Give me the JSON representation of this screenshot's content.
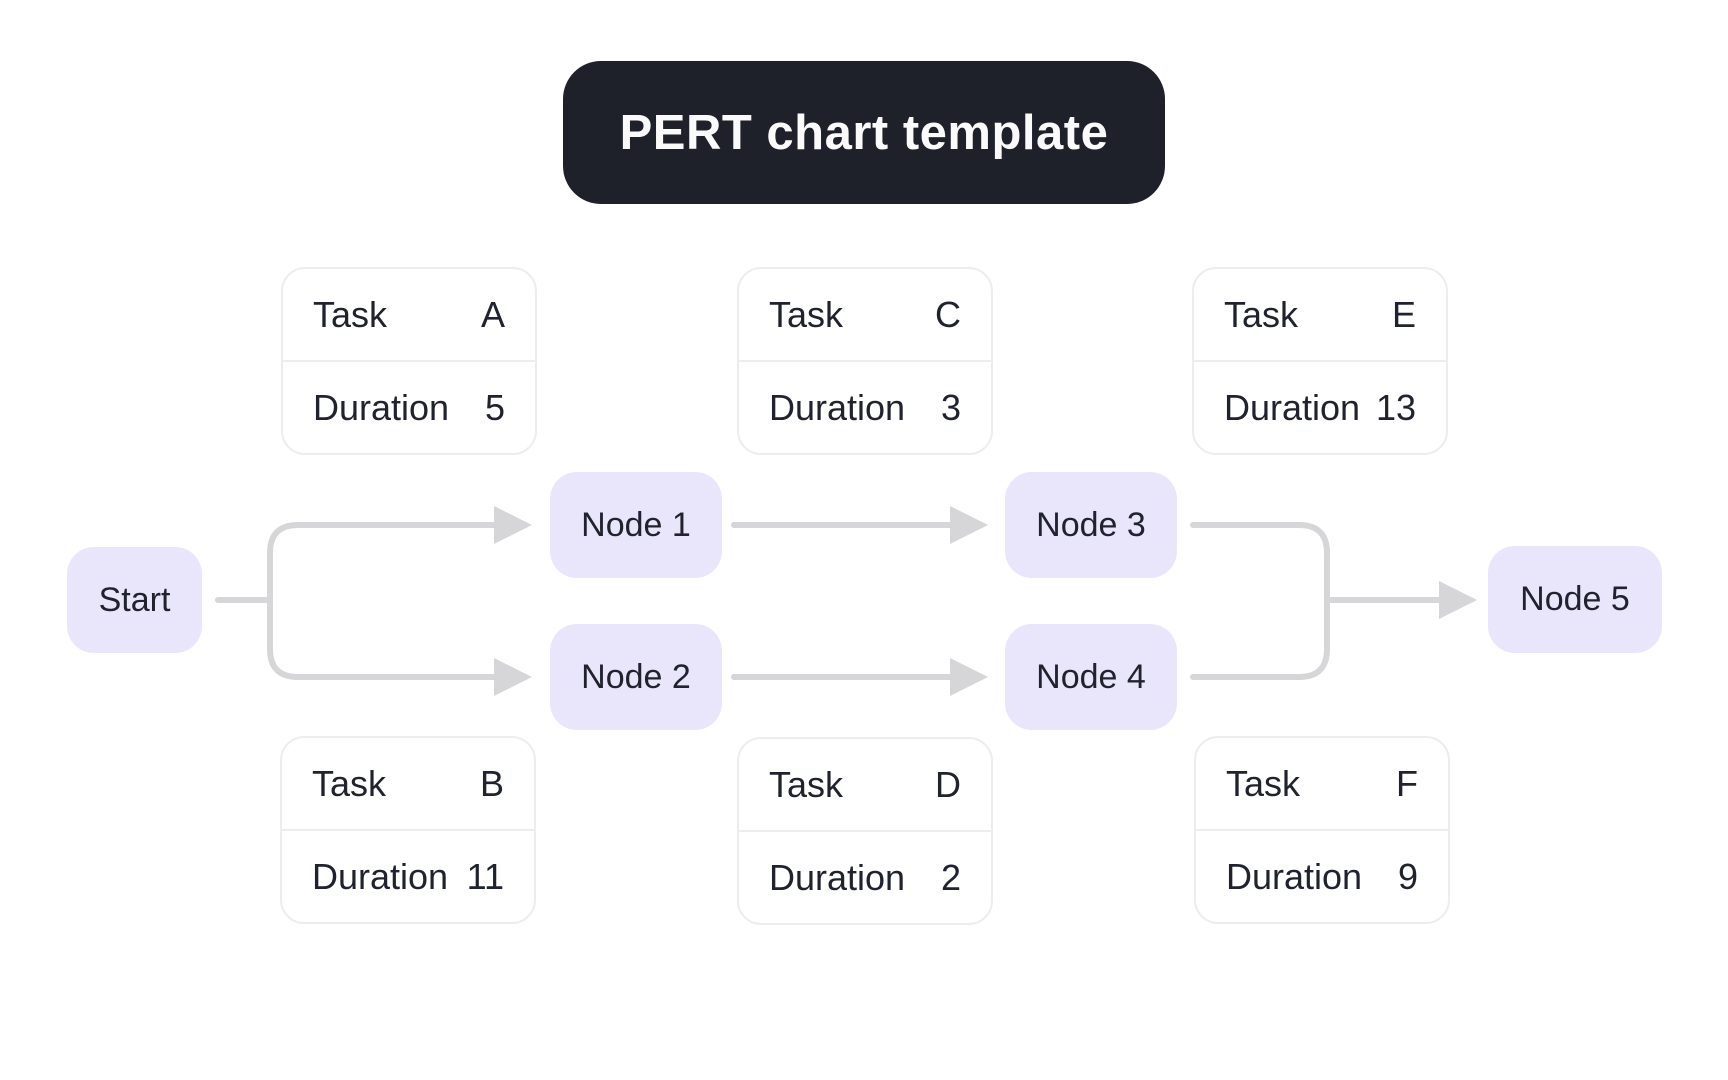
{
  "title": {
    "label": "PERT chart template"
  },
  "tasks": [
    {
      "id": "A",
      "task_label": "Task",
      "task_value": "A",
      "duration_label": "Duration",
      "duration_value": "5"
    },
    {
      "id": "C",
      "task_label": "Task",
      "task_value": "C",
      "duration_label": "Duration",
      "duration_value": "3"
    },
    {
      "id": "E",
      "task_label": "Task",
      "task_value": "E",
      "duration_label": "Duration",
      "duration_value": "13"
    },
    {
      "id": "B",
      "task_label": "Task",
      "task_value": "B",
      "duration_label": "Duration",
      "duration_value": "11"
    },
    {
      "id": "D",
      "task_label": "Task",
      "task_value": "D",
      "duration_label": "Duration",
      "duration_value": "2"
    },
    {
      "id": "F",
      "task_label": "Task",
      "task_value": "F",
      "duration_label": "Duration",
      "duration_value": "9"
    }
  ],
  "nodes": {
    "start": {
      "label": "Start"
    },
    "node1": {
      "label": "Node 1"
    },
    "node2": {
      "label": "Node 2"
    },
    "node3": {
      "label": "Node 3"
    },
    "node4": {
      "label": "Node 4"
    },
    "node5": {
      "label": "Node 5"
    }
  },
  "edges": [
    {
      "from": "Start",
      "to": "Node 1"
    },
    {
      "from": "Start",
      "to": "Node 2"
    },
    {
      "from": "Node 1",
      "to": "Node 3"
    },
    {
      "from": "Node 2",
      "to": "Node 4"
    },
    {
      "from": "Node 3",
      "to": "Node 5"
    },
    {
      "from": "Node 4",
      "to": "Node 5"
    }
  ],
  "colors": {
    "title_bg": "#1e202a",
    "title_text": "#fafafa",
    "node_bg": "#e9e5fb",
    "text": "#20232e",
    "connector": "#d6d6d8",
    "card_border": "#ededed",
    "background": "#ffffff"
  }
}
